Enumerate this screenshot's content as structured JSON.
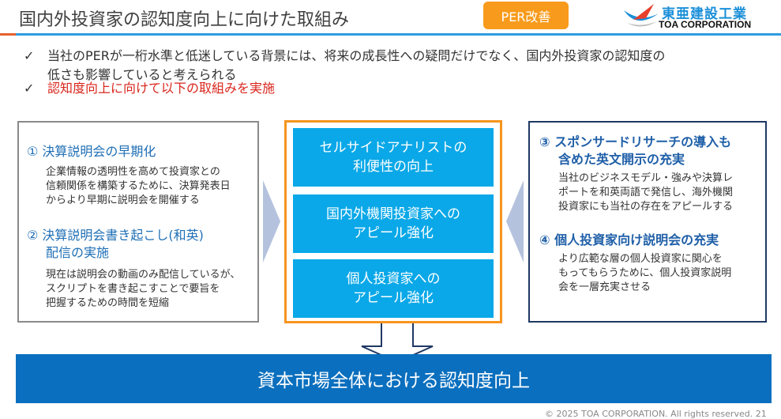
{
  "header": {
    "title": "国内外投資家の認知度向上に向けた取組み",
    "badge": "PER改善",
    "logo_jp": "東亜建設工業",
    "logo_en": "TOA CORPORATION"
  },
  "bullets": [
    {
      "check": "✓",
      "lines": [
        "当社のPERが一桁水準と低迷している背景には、将来の成長性への疑問だけでなく、国内外投資家の認知度の",
        "低さも影響していると考えられる"
      ],
      "color": "#333333"
    },
    {
      "check": "✓",
      "lines": [
        "認知度向上に向けて以下の取組みを実施"
      ],
      "color": "#d9261c"
    }
  ],
  "left_box": {
    "items": [
      {
        "title": [
          "① 決算説明会の早期化"
        ],
        "body": [
          "企業情報の透明性を高めて投資家との",
          "信頼関係を構築するために、決算発表日",
          "からより早期に説明会を開催する"
        ]
      },
      {
        "title": [
          "② 決算説明会書き起こし(和英)",
          "配信の実施"
        ],
        "body": [
          "現在は説明会の動画のみ配信しているが、",
          "スクリプトを書き起こすことで要旨を",
          "把握するための時間を短縮"
        ]
      }
    ]
  },
  "center": {
    "blocks": [
      "セルサイドアナリストの\n利便性の向上",
      "国内外機関投資家への\nアピール強化",
      "個人投資家への\nアピール強化"
    ]
  },
  "right_box": {
    "items": [
      {
        "title": [
          "③ スポンサードリサーチの導入も",
          "含めた英文開示の充実"
        ],
        "body": [
          "当社のビジネスモデル・強みや決算レ",
          "ポートを和英両語で発信し、海外機関",
          "投資家にも当社の存在をアピールする"
        ]
      },
      {
        "title": [
          "④ 個人投資家向け説明会の充実"
        ],
        "body": [
          "より広範な層の個人投資家に関心を",
          "もってもらうために、個人投資家説明",
          "会を一層充実させる"
        ]
      }
    ]
  },
  "bottom_bar": "資本市場全体における認知度向上",
  "footer": "© 2025 TOA CORPORATION. All rights reserved.  21",
  "colors": {
    "accent_orange": "#f89b1c",
    "blue": "#0a6fbe",
    "light_blue": "#0aa8e8",
    "red": "#d9261c"
  }
}
